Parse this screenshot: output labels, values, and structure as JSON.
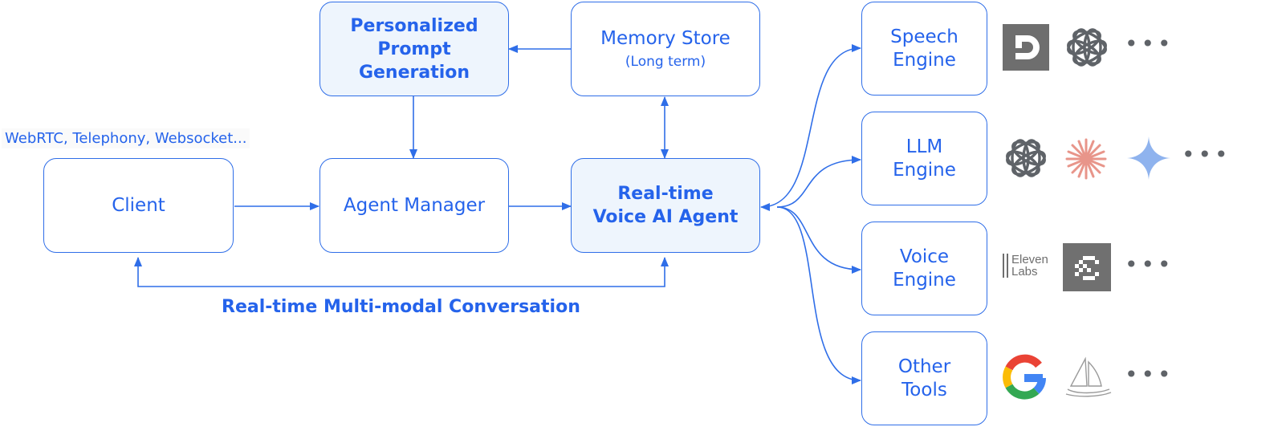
{
  "nodes": {
    "prompt_gen": {
      "label": "Personalized\nPrompt\nGeneration"
    },
    "memory": {
      "label": "Memory Store",
      "sublabel": "(Long term)"
    },
    "client": {
      "label": "Client"
    },
    "agent_manager": {
      "label": "Agent Manager"
    },
    "voice_agent": {
      "label": "Real-time\nVoice AI Agent"
    },
    "speech": {
      "label": "Speech\nEngine"
    },
    "llm": {
      "label": "LLM\nEngine"
    },
    "voice": {
      "label": "Voice\nEngine"
    },
    "tools": {
      "label": "Other\nTools"
    }
  },
  "client_protocols": "WebRTC, Telephony, Websocket...",
  "conversation_caption": "Real-time Multi-modal Conversation",
  "providers": {
    "speech": [
      "deepgram-logo",
      "openai-logo",
      "more"
    ],
    "llm": [
      "openai-logo",
      "anthropic-logo",
      "gemini-logo",
      "more"
    ],
    "voice": [
      "elevenlabs-logo",
      "cartesia-logo",
      "more"
    ],
    "tools": [
      "google-logo",
      "midjourney-logo",
      "more"
    ]
  },
  "elevenlabs_text": "Eleven\nLabs",
  "more_glyph": "•••",
  "colors": {
    "accent": "#2563eb",
    "highlight_fill": "#eef5fd",
    "logo_gray": "#5f6368"
  }
}
